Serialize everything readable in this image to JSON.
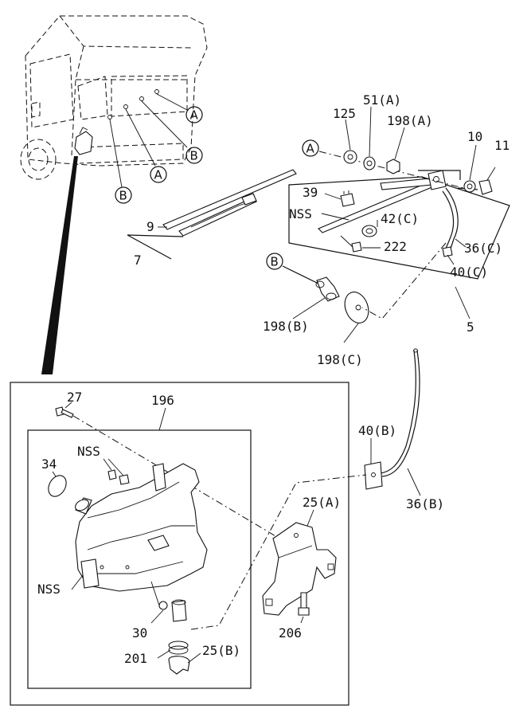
{
  "labels": {
    "l125": "125",
    "l51a": "51(A)",
    "l198a": "198(A)",
    "l10": "10",
    "l11": "11",
    "l39": "39",
    "lnss1": "NSS",
    "l42c": "42(C)",
    "l222": "222",
    "l36c": "36(C)",
    "l40c": "40(C)",
    "l5": "5",
    "l9": "9",
    "l7": "7",
    "l198b": "198(B)",
    "l198c": "198(C)",
    "l27": "27",
    "l196": "196",
    "lnss2": "NSS",
    "l34": "34",
    "lnss3": "NSS",
    "l30": "30",
    "l201": "201",
    "l25b": "25(B)",
    "l25a": "25(A)",
    "l206": "206",
    "l40b": "40(B)",
    "l36b": "36(B)"
  },
  "refs": {
    "A": "A",
    "B": "B"
  }
}
